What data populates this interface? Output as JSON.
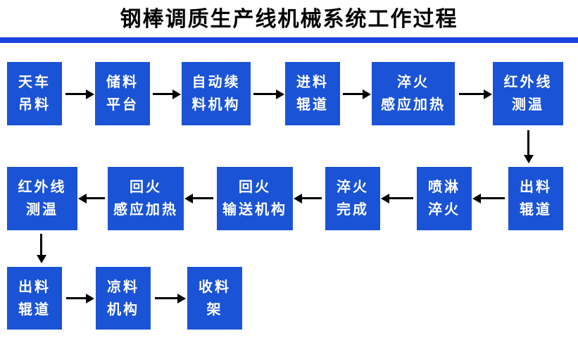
{
  "title": "钢棒调质生产线机械系统工作过程",
  "colors": {
    "box_blue": "#1a53d6",
    "divider_blue": "#1b44dc",
    "arrow_black": "#000000",
    "box_text_white": "#ffffff",
    "title_black": "#000000"
  },
  "flow": {
    "rows": [
      {
        "flow_direction": "left-to-right",
        "nodes": [
          {
            "label": "天车吊料",
            "lines": [
              "天车",
              "吊料"
            ]
          },
          {
            "label": "储料平台",
            "lines": [
              "储料",
              "平台"
            ]
          },
          {
            "label": "自动续料机构",
            "lines": [
              "自动续",
              "料机构"
            ]
          },
          {
            "label": "进料辊道",
            "lines": [
              "进料",
              "辊道"
            ]
          },
          {
            "label": "淬火感应加热",
            "lines": [
              "淬火",
              "感应加热"
            ]
          },
          {
            "label": "红外线测温",
            "lines": [
              "红外线",
              "测温"
            ]
          }
        ]
      },
      {
        "flow_direction": "right-to-left",
        "nodes": [
          {
            "label": "红外线测温",
            "lines": [
              "红外线",
              "测温"
            ]
          },
          {
            "label": "回火感应加热",
            "lines": [
              "回火",
              "感应加热"
            ]
          },
          {
            "label": "回火输送机构",
            "lines": [
              "回火",
              "输送机构"
            ]
          },
          {
            "label": "淬火完成",
            "lines": [
              "淬火",
              "完成"
            ]
          },
          {
            "label": "喷淋淬火",
            "lines": [
              "喷淋",
              "淬火"
            ]
          },
          {
            "label": "出料辊道",
            "lines": [
              "出料",
              "辊道"
            ]
          }
        ]
      },
      {
        "flow_direction": "left-to-right",
        "nodes": [
          {
            "label": "出料辊道",
            "lines": [
              "出料",
              "辊道"
            ]
          },
          {
            "label": "凉料机构",
            "lines": [
              "凉料",
              "机构"
            ]
          },
          {
            "label": "收料架",
            "lines": [
              "收料",
              "架"
            ]
          }
        ]
      }
    ]
  }
}
